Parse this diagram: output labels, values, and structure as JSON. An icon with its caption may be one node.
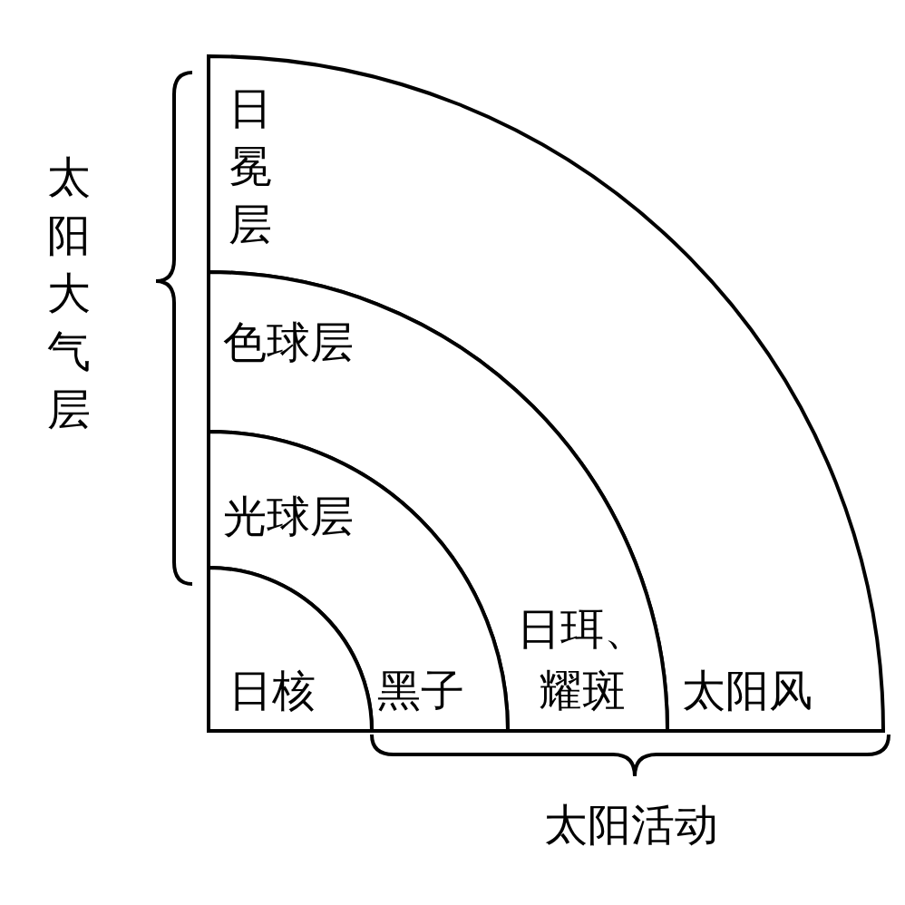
{
  "diagram": {
    "nodes": [
      {
        "text": [
          "日冕层",
          "太阳风"
        ]
      },
      {
        "text": [
          "色球层",
          "日珥、耀斑"
        ]
      },
      {
        "text": [
          "光球层",
          "黑子"
        ]
      },
      {
        "text": [
          "日核"
        ]
      }
    ],
    "labels": [
      "太阳大气层",
      "太阳活动"
    ]
  }
}
